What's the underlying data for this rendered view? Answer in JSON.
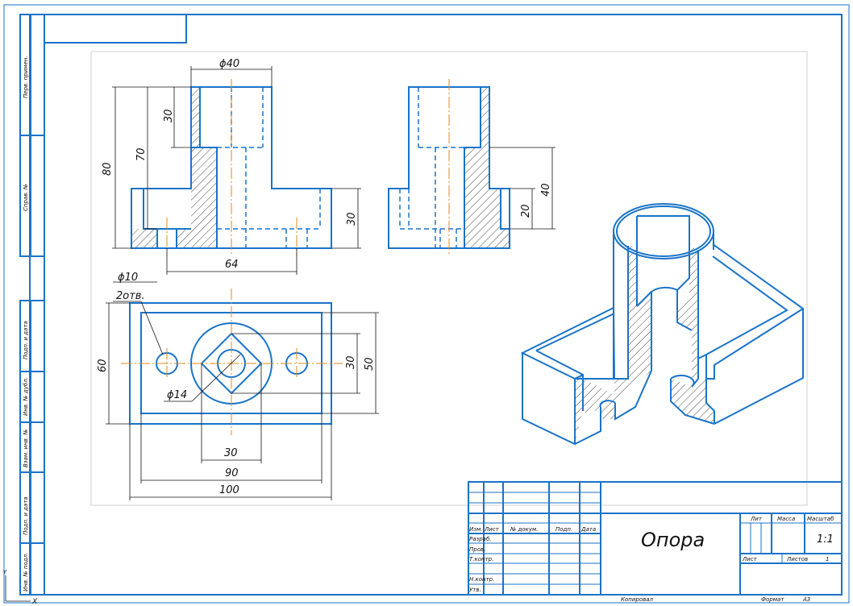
{
  "dims": {
    "d40": "ϕ40",
    "d30v": "30",
    "d70": "70",
    "d80": "80",
    "d30h": "30",
    "d64": "64",
    "d40s": "40",
    "d20": "20",
    "d10": "ϕ10",
    "holes": "2отв.",
    "d14": "ϕ14",
    "d60": "60",
    "d30t": "30",
    "d50": "50",
    "d30b": "30",
    "d90": "90",
    "d100": "100"
  },
  "side": {
    "perv": "Перв. примен.",
    "sprav": "Справ. №",
    "podp1": "Подп. и дата",
    "inv1": "Инв. № дубл.",
    "vzam": "Взам. инв. №",
    "podp2": "Подп. и дата",
    "inv2": "Инв. № подл."
  },
  "titleblock": {
    "izm": "Изм.",
    "list": "Лист",
    "ndok": "№ докум.",
    "podp": "Подп.",
    "data": "Дата",
    "razrab": "Разраб.",
    "prov": "Пров.",
    "tkontr": "Т.контр.",
    "nkontr": "Н.контр.",
    "utv": "Утв.",
    "title": "Опора",
    "lit": "Лит",
    "massa": "Масса",
    "masshtab": "Масштаб",
    "scale": "1:1",
    "list2": "Лист",
    "listov": "Листов",
    "listov_val": "1",
    "kopiroval": "Копировал",
    "format": "Формат",
    "format_val": "А3"
  },
  "axes": {
    "y": "Y",
    "x": "X"
  }
}
